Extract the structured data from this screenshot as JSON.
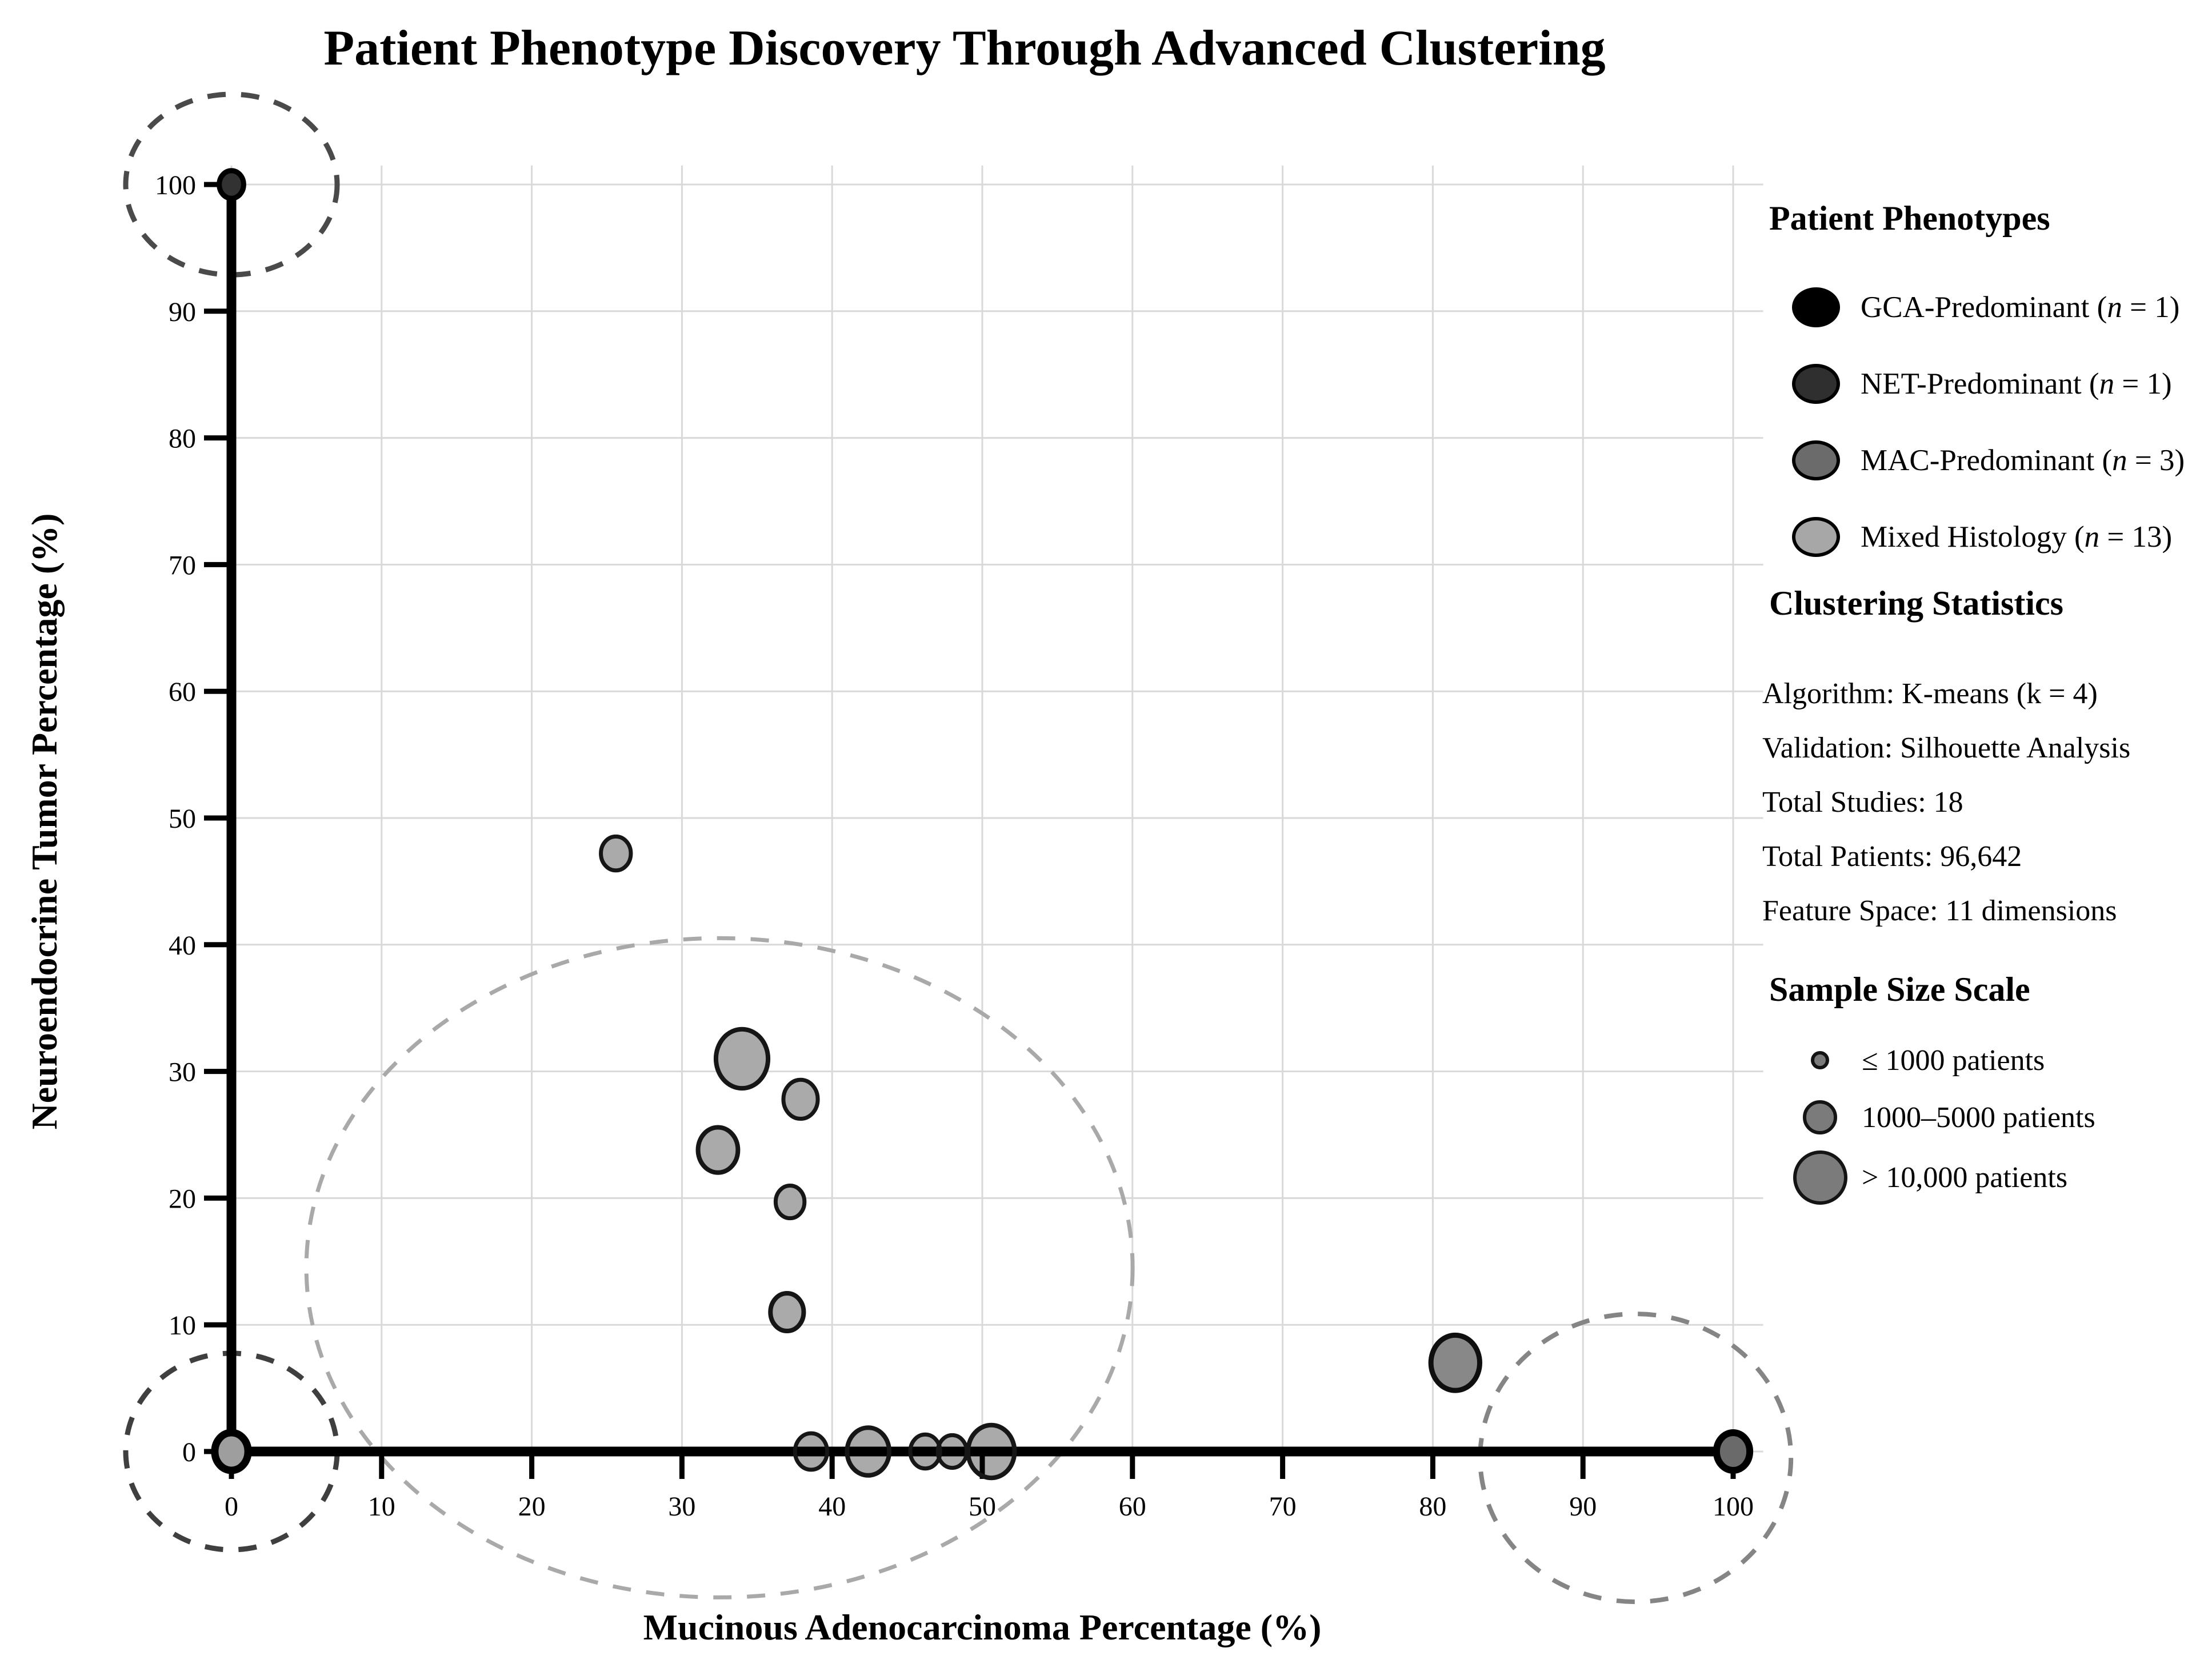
{
  "title": "Patient Phenotype Discovery Through Advanced Clustering",
  "axes": {
    "x_label": "Mucinous Adenocarcinoma Percentage (%)",
    "y_label": "Neuroendocrine Tumor Percentage (%)",
    "x_ticks": [
      "0",
      "10",
      "20",
      "30",
      "40",
      "50",
      "60",
      "70",
      "80",
      "90",
      "100"
    ],
    "y_ticks": [
      "0",
      "10",
      "20",
      "30",
      "40",
      "50",
      "60",
      "70",
      "80",
      "90",
      "100"
    ]
  },
  "legend": {
    "heading": "Patient Phenotypes",
    "phenotypes": [
      {
        "name": "GCA-Predominant",
        "pre": "GCA-Predominant (",
        "n": "n",
        "post": " = 1)",
        "color": "#000000"
      },
      {
        "name": "NET-Predominant",
        "pre": "NET-Predominant (",
        "n": "n",
        "post": " = 1)",
        "color": "#2f2f2f"
      },
      {
        "name": "MAC-Predominant",
        "pre": "MAC-Predominant (",
        "n": "n",
        "post": " = 3)",
        "color": "#6b6b6b"
      },
      {
        "name": "Mixed Histology",
        "pre": "Mixed Histology (",
        "n": "n",
        "post": " = 13)",
        "color": "#a7a7a7"
      }
    ]
  },
  "stats": {
    "heading": "Clustering Statistics",
    "lines": [
      "Algorithm: K-means (k = 4)",
      "Validation: Silhouette Analysis",
      "Total Studies: 18",
      "Total Patients: 96,642",
      "Feature Space: 11 dimensions"
    ]
  },
  "sample_scale": {
    "heading": "Sample Size Scale",
    "color": "#7b7b7b",
    "items": [
      {
        "label": "≤ 1000 patients",
        "diameter": 32
      },
      {
        "label": "1000–5000 patients",
        "diameter": 60
      },
      {
        "label": "> 10,000 patients",
        "diameter": 95
      }
    ]
  },
  "chart_data": {
    "type": "scatter",
    "title": "Patient Phenotype Discovery Through Advanced Clustering",
    "xlabel": "Mucinous Adenocarcinoma Percentage (%)",
    "ylabel": "Neuroendocrine Tumor Percentage (%)",
    "xlim": [
      0,
      100
    ],
    "ylim": [
      0,
      100
    ],
    "grid": true,
    "legend_position": "right",
    "size_encoding": "bubble radius = study sample size (≤1000 small, 1000–5000 medium, >10,000 large)",
    "points": [
      {
        "phenotype": "Mixed Histology",
        "x": 25.6,
        "y": 47.2,
        "r": 27,
        "fill": "#aaaaaa",
        "stroke": "#161616",
        "sw": 7,
        "layer": "over"
      },
      {
        "phenotype": "Mixed Histology",
        "x": 34.0,
        "y": 31.0,
        "r": 47,
        "fill": "#aaaaaa",
        "stroke": "#161616",
        "sw": 8,
        "layer": "over"
      },
      {
        "phenotype": "Mixed Histology",
        "x": 37.9,
        "y": 27.8,
        "r": 31,
        "fill": "#aaaaaa",
        "stroke": "#161616",
        "sw": 7,
        "layer": "over"
      },
      {
        "phenotype": "Mixed Histology",
        "x": 32.4,
        "y": 23.8,
        "r": 36,
        "fill": "#aaaaaa",
        "stroke": "#161616",
        "sw": 8,
        "layer": "over"
      },
      {
        "phenotype": "Mixed Histology",
        "x": 37.2,
        "y": 19.7,
        "r": 26,
        "fill": "#aaaaaa",
        "stroke": "#161616",
        "sw": 7,
        "layer": "over"
      },
      {
        "phenotype": "Mixed Histology",
        "x": 37.0,
        "y": 11.0,
        "r": 30,
        "fill": "#aaaaaa",
        "stroke": "#161616",
        "sw": 8,
        "layer": "over"
      },
      {
        "phenotype": "Mixed Histology",
        "x": 38.6,
        "y": 0,
        "r": 29,
        "fill": "#aaaaaa",
        "stroke": "#161616",
        "sw": 7,
        "layer": "axis"
      },
      {
        "phenotype": "Mixed Histology",
        "x": 42.4,
        "y": 0,
        "r": 38,
        "fill": "#aaaaaa",
        "stroke": "#161616",
        "sw": 8,
        "layer": "axis"
      },
      {
        "phenotype": "Mixed Histology",
        "x": 46.2,
        "y": 0,
        "r": 27,
        "fill": "#aaaaaa",
        "stroke": "#161616",
        "sw": 7,
        "layer": "axis"
      },
      {
        "phenotype": "Mixed Histology",
        "x": 48.0,
        "y": 0,
        "r": 26,
        "fill": "#aaaaaa",
        "stroke": "#161616",
        "sw": 7,
        "layer": "axis"
      },
      {
        "phenotype": "Mixed Histology",
        "x": 50.6,
        "y": 0,
        "r": 42,
        "fill": "#aaaaaa",
        "stroke": "#161616",
        "sw": 8,
        "layer": "axis"
      },
      {
        "phenotype": "MAC-Predominant",
        "x": 81.5,
        "y": 7.0,
        "r": 44,
        "fill": "#888888",
        "stroke": "#0f0f0f",
        "sw": 9,
        "layer": "over"
      },
      {
        "phenotype": "MAC-Predominant",
        "x": 100,
        "y": 0,
        "r": 30,
        "fill": "#6a6a6a",
        "stroke": "#000000",
        "sw": 12,
        "layer": "top"
      },
      {
        "phenotype": "NET-Predominant",
        "x": 0,
        "y": 100,
        "r": 22,
        "fill": "#323232",
        "stroke": "#000000",
        "sw": 9,
        "layer": "top"
      },
      {
        "phenotype": "GCA-Predominant / Mixed Histology overlap",
        "x": 0,
        "y": 0,
        "r": 30,
        "fill": "#9e9e9e",
        "stroke": "#000000",
        "sw": 13,
        "layer": "top"
      }
    ],
    "annotations": [
      {
        "name": "mixed-histology-cluster-ellipse",
        "x": 32.5,
        "y": 14.5,
        "rx": 723,
        "ry": 577,
        "color": "#a9a9a9",
        "w": 7
      },
      {
        "name": "net-predominant-cluster-circle",
        "x": 0,
        "y": 100,
        "rx": 185,
        "ry": 158,
        "color": "#4a4a4a",
        "w": 9
      },
      {
        "name": "gca-predominant-cluster-circle",
        "x": 0,
        "y": 0,
        "rx": 185,
        "ry": 172,
        "color": "#3f3f3f",
        "w": 9
      },
      {
        "name": "mac-predominant-cluster-circle",
        "x": 93.5,
        "y": -0.5,
        "rx": 272,
        "ry": 252,
        "color": "#858585",
        "w": 8
      }
    ]
  }
}
